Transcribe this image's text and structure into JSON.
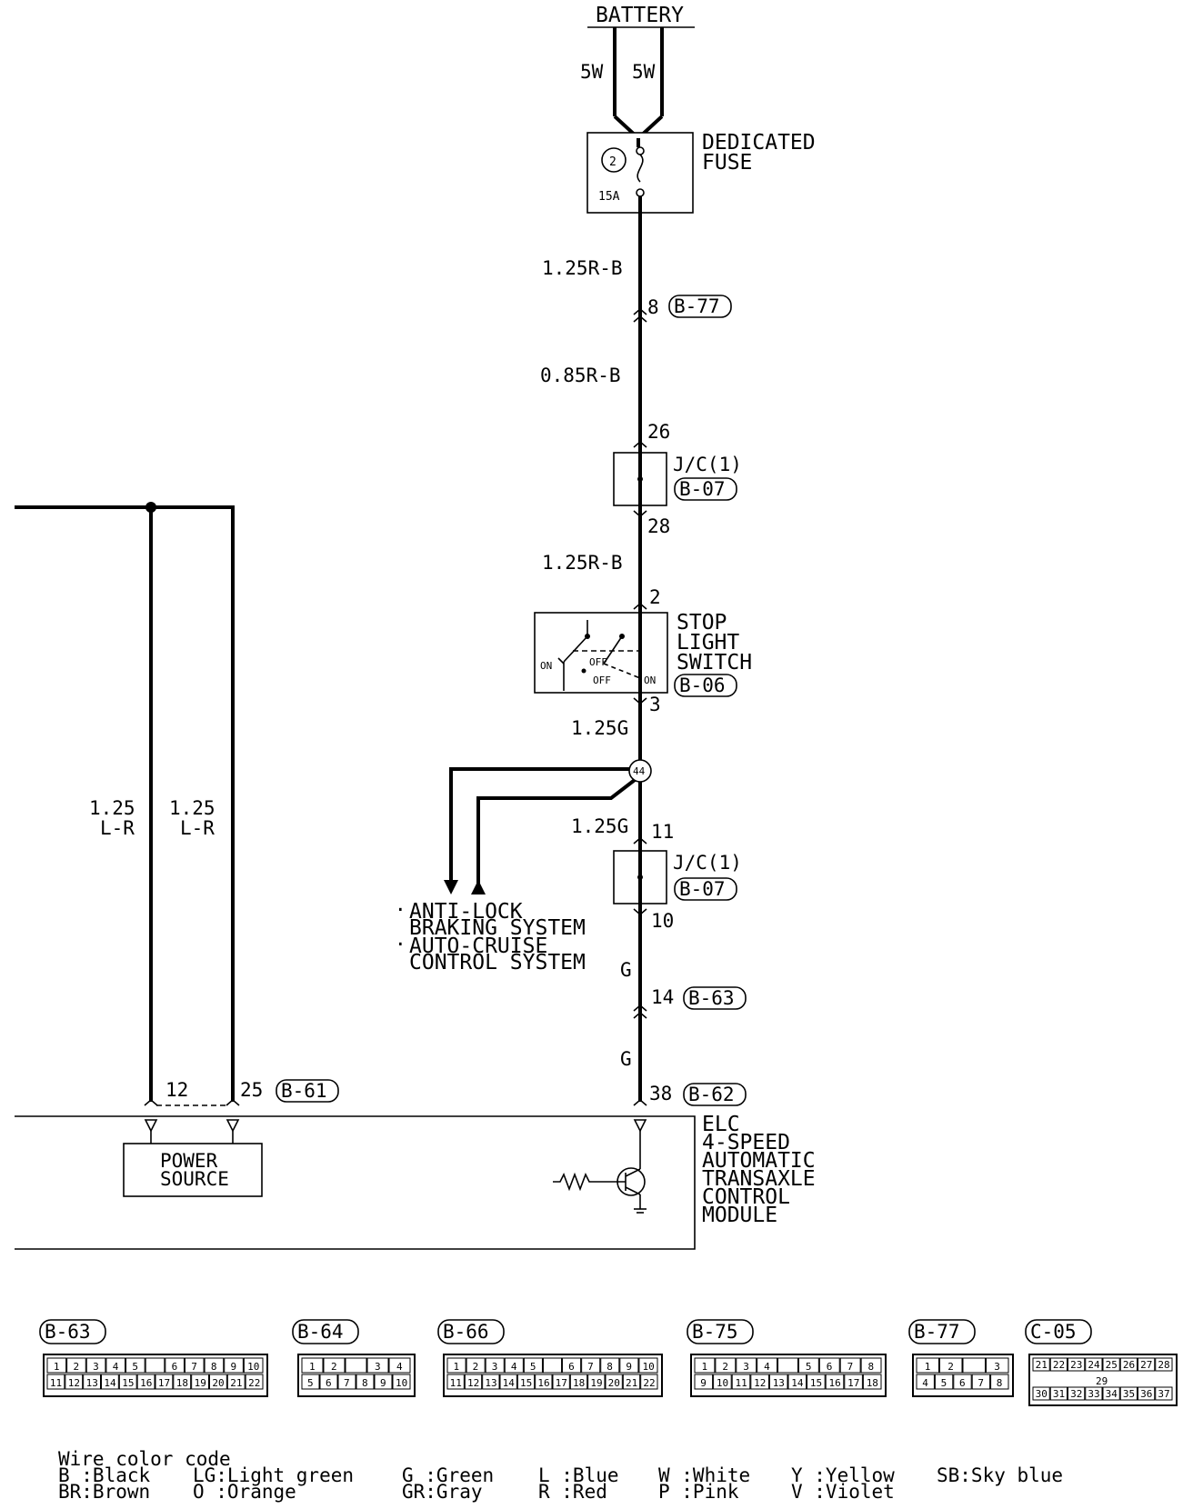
{
  "battery": "BATTERY",
  "battery_wires": [
    "5W",
    "5W"
  ],
  "fuse": {
    "title_line1": "DEDICATED",
    "title_line2": "FUSE",
    "number": "2",
    "rating": "15A"
  },
  "wires": {
    "w1": "1.25R-B",
    "w2": "0.85R-B",
    "w3": "1.25R-B",
    "w4": "1.25G",
    "w5": "1.25G",
    "w6": "G",
    "w7": "G",
    "left1_a": "1.25",
    "left1_b": "L-R",
    "left2_a": "1.25",
    "left2_b": "L-R"
  },
  "connectors": {
    "b77": "B-77",
    "b07a": "B-07",
    "b07b": "B-07",
    "b06": "B-06",
    "b63": "B-63",
    "b62": "B-62",
    "b61": "B-61"
  },
  "pins": {
    "p8": "8",
    "p26": "26",
    "p28": "28",
    "p2": "2",
    "p3": "3",
    "p11": "11",
    "p10": "10",
    "p14": "14",
    "p38": "38",
    "p12": "12",
    "p25": "25"
  },
  "jc1": "J/C(1)",
  "jc2": "J/C(1)",
  "stop_switch": {
    "l1": "STOP",
    "l2": "LIGHT",
    "l3": "SWITCH",
    "on_left": "ON",
    "off_a": "OFF",
    "off_b": "OFF",
    "on_right": "ON"
  },
  "splice": "44",
  "branch": {
    "abs1": "ANTI-LOCK",
    "abs2": "BRAKING SYSTEM",
    "acc1": "AUTO-CRUISE",
    "acc2": "CONTROL SYSTEM"
  },
  "module": {
    "l1": "ELC",
    "l2": "4-SPEED",
    "l3": "AUTOMATIC",
    "l4": "TRANSAXLE",
    "l5": "CONTROL",
    "l6": "MODULE",
    "power_1": "POWER",
    "power_2": "SOURCE"
  },
  "connector_views": [
    {
      "id": "B-63",
      "row1": [
        "1",
        "2",
        "3",
        "4",
        "5",
        "",
        "6",
        "7",
        "8",
        "9",
        "10"
      ],
      "row2": [
        "11",
        "12",
        "13",
        "14",
        "15",
        "16",
        "17",
        "18",
        "19",
        "20",
        "21",
        "22"
      ]
    },
    {
      "id": "B-64",
      "row1": [
        "1",
        "2",
        "",
        "3",
        "4"
      ],
      "row2": [
        "5",
        "6",
        "7",
        "8",
        "9",
        "10"
      ]
    },
    {
      "id": "B-66",
      "row1": [
        "1",
        "2",
        "3",
        "4",
        "5",
        "",
        "6",
        "7",
        "8",
        "9",
        "10"
      ],
      "row2": [
        "11",
        "12",
        "13",
        "14",
        "15",
        "16",
        "17",
        "18",
        "19",
        "20",
        "21",
        "22"
      ]
    },
    {
      "id": "B-75",
      "row1": [
        "1",
        "2",
        "3",
        "4",
        "",
        "5",
        "6",
        "7",
        "8"
      ],
      "row2": [
        "9",
        "10",
        "11",
        "12",
        "13",
        "14",
        "15",
        "16",
        "17",
        "18"
      ]
    },
    {
      "id": "B-77",
      "row1": [
        "1",
        "2",
        "",
        "3"
      ],
      "row2": [
        "4",
        "5",
        "6",
        "7",
        "8"
      ]
    },
    {
      "id": "C-05",
      "row1": [
        "21",
        "22",
        "23",
        "24",
        "25",
        "26",
        "27",
        "28"
      ],
      "mid": "29",
      "row2": [
        "30",
        "31",
        "32",
        "33",
        "34",
        "35",
        "36",
        "37"
      ]
    }
  ],
  "legend": {
    "title": "Wire color code",
    "items": [
      [
        "B :Black",
        "BR:Brown"
      ],
      [
        "LG:Light green",
        "O :Orange"
      ],
      [
        "G :Green",
        "GR:Gray"
      ],
      [
        "L :Blue",
        "R :Red"
      ],
      [
        "W :White",
        "P :Pink"
      ],
      [
        "Y :Yellow",
        "V :Violet"
      ],
      [
        "SB:Sky blue",
        ""
      ]
    ]
  }
}
